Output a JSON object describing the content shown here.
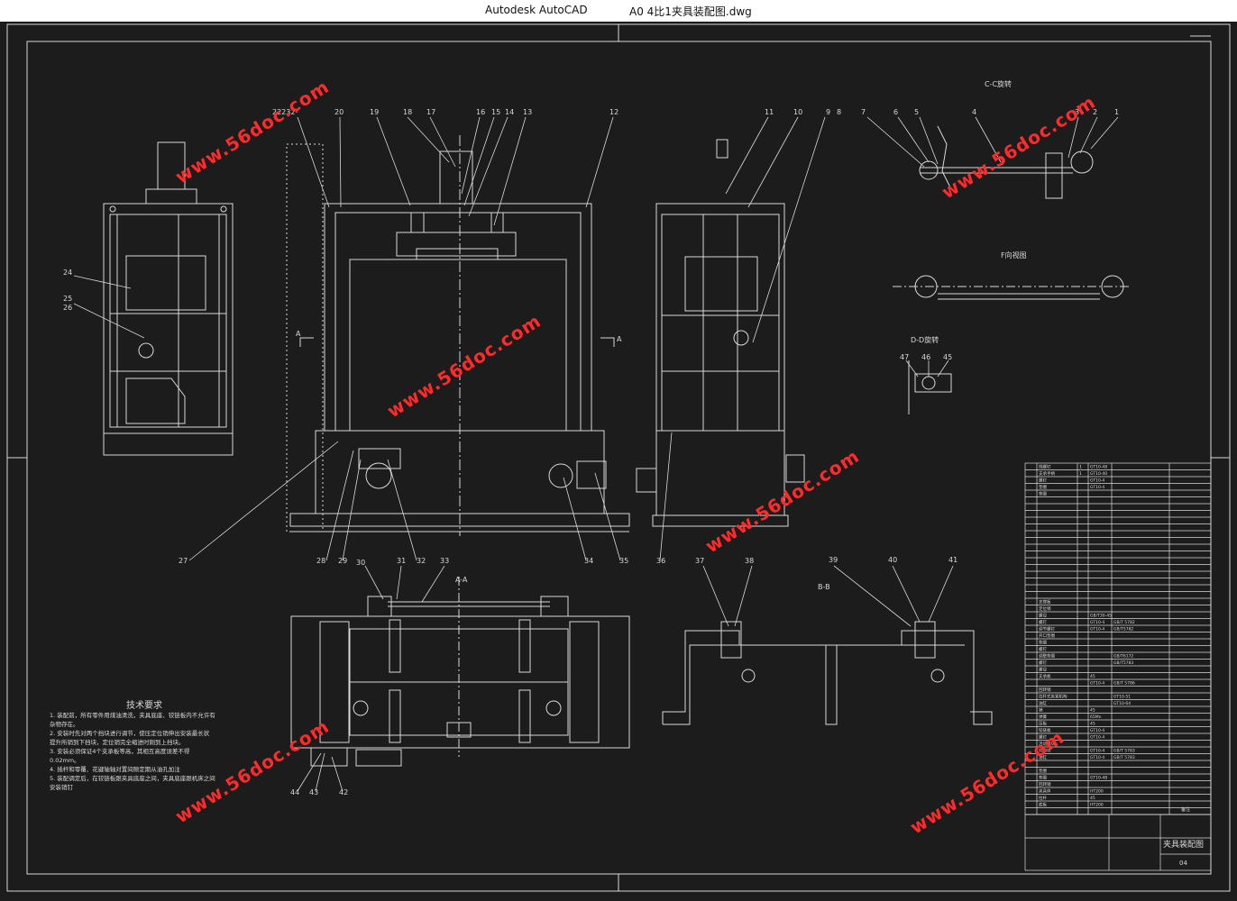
{
  "window": {
    "app_name": "Autodesk AutoCAD",
    "document_name": "A0 4比1夹具装配图.dwg"
  },
  "colors": {
    "background": "#1c1c1c",
    "lines": "#d9d9d9",
    "watermark": "#ff2a2a"
  },
  "view_labels": {
    "cc": "C-C旋转",
    "f": "F向视图",
    "dd": "D-D旋转",
    "aa": "A-A",
    "bb": "B-B",
    "a_left": "A",
    "a_right": "A"
  },
  "part_numbers": {
    "front": [
      "22232¹",
      "20",
      "19",
      "18",
      "17",
      "16",
      "15",
      "14",
      "13",
      "12"
    ],
    "side": [
      "11",
      "10",
      "9",
      "8"
    ],
    "cc": [
      "7",
      "6",
      "5",
      "4",
      "3",
      "2",
      "1"
    ],
    "left": [
      "24",
      "25",
      "26"
    ],
    "bottom_row": [
      "27",
      "28",
      "29",
      "32",
      "34",
      "35",
      "36"
    ],
    "aa_top": [
      "30",
      "31",
      "33"
    ],
    "aa_bottom": [
      "44",
      "43",
      "42"
    ],
    "bb": [
      "37",
      "38",
      "39",
      "40",
      "41"
    ],
    "dd": [
      "47",
      "46",
      "45"
    ]
  },
  "tech": {
    "title": "技术要求",
    "lines": [
      "1. 装配前，所有零件用煤油清洗，夹具底座、铰链板内不允许有",
      "杂物存在。",
      "2. 安装时先对两个挡块进行调节，使压定位销伸出安装最长状",
      "提升所销到下挡块，定位销完全缩进时刚到上挡块。",
      "3. 安装必须保证4个支承板等高，其相互高度误差不得",
      "0.02mm。",
      "4. 插杆和零覆、花键轴轴对置间隙定期从油孔加注",
      "5. 装配调定后，在铰链板跟夹具底座之间，夹具底座跟机床之间",
      "安装销钉"
    ]
  },
  "title_block": {
    "name": "夹具装配图",
    "sheet": "04",
    "label": "备注"
  },
  "bom_rows": [
    [
      "",
      "挡螺钉",
      "1",
      "GT10-48",
      ""
    ],
    [
      "",
      "支承手柄",
      "1",
      "GT10-40",
      ""
    ],
    [
      "",
      "螺钉",
      "",
      "GT10-4",
      ""
    ],
    [
      "",
      "垫圈",
      "",
      "GT10-4",
      ""
    ],
    [
      "",
      "垫圈",
      "",
      "",
      ""
    ],
    [
      "",
      "",
      "",
      "",
      ""
    ],
    [
      "",
      "",
      "",
      "",
      ""
    ],
    [
      "",
      "",
      "",
      "",
      ""
    ],
    [
      "",
      "",
      "",
      "",
      ""
    ],
    [
      "",
      "",
      "",
      "",
      ""
    ],
    [
      "",
      "",
      "",
      "",
      ""
    ],
    [
      "",
      "",
      "",
      "",
      ""
    ],
    [
      "",
      "",
      "",
      "",
      ""
    ],
    [
      "",
      "",
      "",
      "",
      ""
    ],
    [
      "",
      "",
      "",
      "",
      ""
    ],
    [
      "",
      "",
      "",
      "",
      ""
    ],
    [
      "",
      "",
      "",
      "",
      ""
    ],
    [
      "",
      "",
      "",
      "",
      ""
    ],
    [
      "",
      "",
      "",
      "",
      ""
    ],
    [
      "",
      "",
      "",
      "",
      ""
    ],
    [
      "",
      "支撑板",
      "",
      "",
      ""
    ],
    [
      "",
      "定位销",
      "",
      "",
      ""
    ],
    [
      "",
      "螺母",
      "",
      "GB/T30-45",
      ""
    ],
    [
      "",
      "螺钉",
      "",
      "GT10-4",
      "GB/T 5782"
    ],
    [
      "",
      "调节螺钉",
      "",
      "GT10-4",
      "GB/T5782"
    ],
    [
      "",
      "开口垫圈",
      "",
      "",
      ""
    ],
    [
      "",
      "垫圈",
      "",
      "",
      ""
    ],
    [
      "",
      "螺钉",
      "",
      "",
      ""
    ],
    [
      "",
      "调整垫圈",
      "",
      "",
      "GB/T6172"
    ],
    [
      "",
      "螺钉",
      "",
      "",
      "GB/T5783"
    ],
    [
      "",
      "螺母",
      "",
      "",
      ""
    ],
    [
      "",
      "支承板",
      "",
      "45",
      ""
    ],
    [
      "",
      "",
      "",
      "GT10-4",
      "GB/T 5786"
    ],
    [
      "",
      "回转销",
      "",
      "",
      ""
    ],
    [
      "",
      "拉杆式夹紧机构",
      "",
      "",
      "GT10-51"
    ],
    [
      "",
      "油缸",
      "",
      "",
      "GT10-64"
    ],
    [
      "",
      "销",
      "",
      "45",
      ""
    ],
    [
      "",
      "弹簧",
      "",
      "65Mn",
      ""
    ],
    [
      "",
      "压板",
      "",
      "45",
      ""
    ],
    [
      "",
      "铰链板",
      "",
      "GT10-4",
      ""
    ],
    [
      "",
      "螺钉",
      "",
      "GT10-4",
      ""
    ],
    [
      "",
      "活动挡块",
      "",
      "",
      ""
    ],
    [
      "",
      "对刀块",
      "",
      "GT10-4",
      "GB/T 5783"
    ],
    [
      "",
      "油缸",
      "",
      "GT10-4",
      "GB/T 5783"
    ],
    [
      "",
      "",
      "",
      "",
      ""
    ],
    [
      "",
      "垫圈",
      "",
      "",
      ""
    ],
    [
      "",
      "垫圈",
      "",
      "GT10-48",
      ""
    ],
    [
      "",
      "回转销",
      "",
      "",
      ""
    ],
    [
      "",
      "夹具体",
      "",
      "HT200",
      ""
    ],
    [
      "",
      "拉杆",
      "",
      "45",
      ""
    ],
    [
      "",
      "底板",
      "",
      "HT200",
      ""
    ],
    [
      "",
      "",
      "",
      "",
      ""
    ]
  ],
  "watermarks": [
    "www.56doc.com",
    "www.56doc.com",
    "www.56doc.com",
    "www.56doc.com",
    "www.56doc.com",
    "www.56doc.com"
  ]
}
